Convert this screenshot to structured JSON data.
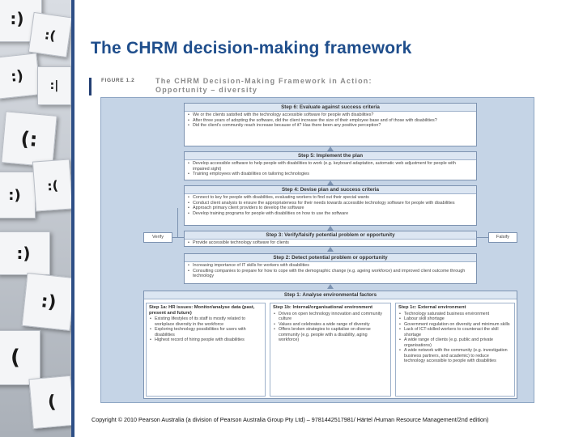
{
  "slide": {
    "title": "The CHRM decision-making framework",
    "copyright": "Copyright © 2010 Pearson Australia (a division of Pearson Australia Group Pty Ltd) – 9781442517981/ Härtel /Human Resource Management/2nd edition)"
  },
  "figure": {
    "label": "FIGURE 1.2",
    "title": "The CHRM Decision-Making Framework in Action: Opportunity – diversity"
  },
  "steps": {
    "step6": {
      "heading": "Step 6: Evaluate against success criteria",
      "items": [
        "We or the clients satisfied with the technology accessible software for people with disabilities?",
        "After three years of adopting the software, did the client increase the size of their employee base and of those with disabilities?",
        "Did the client's community reach increase because of it? Has there been any positive perception?"
      ]
    },
    "step5": {
      "heading": "Step 5: Implement the plan",
      "items": [
        "Develop accessible software to help people with disabilities to work (e.g. keyboard adaptation, automatic web adjustment for people with impaired sight)",
        "Training employees with disabilities on tailoring technologies"
      ]
    },
    "step4": {
      "heading": "Step 4: Devise plan and success criteria",
      "items": [
        "Connect to key for people with disabilities, evaluating workers to find out their special wants",
        "Conduct client analysis to ensure the appropriateness for their needs towards accessible technology software for people with disabilities",
        "Approach primary client providers to develop the software",
        "Develop training programs for people with disabilities on how to use the software"
      ]
    },
    "step3": {
      "heading": "Step 3: Verify/falsify potential problem or opportunity",
      "items": [
        "Provide accessible technology software for clients"
      ]
    },
    "step2": {
      "heading": "Step 2: Detect potential problem or opportunity",
      "items": [
        "Increasing importance of IT skills for workers with disabilities",
        "Consulting companies to prepare for how to cope with the demographic change (e.g. ageing workforce) and improved client outcome through technology"
      ]
    },
    "step1": {
      "heading": "Step 1: Analyse environmental factors",
      "col_a": {
        "heading": "Step 1a: HR issues: Monitor/analyse data (past, present and future)",
        "items": [
          "Existing lifestyles of its staff is mostly related to workplace diversity in the workforce",
          "Exploring technology possibilities for users with disabilities",
          "Highest record of hiring people with disabilities"
        ]
      },
      "col_b": {
        "heading": "Step 1b: Internal/organisational environment",
        "items": [
          "Drives on open technology innovation and community culture",
          "Values and celebrates a wide range of diversity",
          "Offers broken strategies to capitalise on diverse community (e.g. people with a disability, aging workforce)"
        ]
      },
      "col_c": {
        "heading": "Step 1c: External environment",
        "items": [
          "Technology saturated business environment",
          "Labour skill shortage",
          "Government regulation on diversity and minimum skills",
          "Lack of ICT-skilled workers to counteract the skill shortage",
          "A wide range of clients (e.g. public and private organisations)",
          "A wide network with the community (e.g. investigation business partners, and academic) to reduce technology accessible to people with disabilities"
        ]
      }
    },
    "verify_left": "Verify",
    "falsify_right": "Falsify"
  }
}
